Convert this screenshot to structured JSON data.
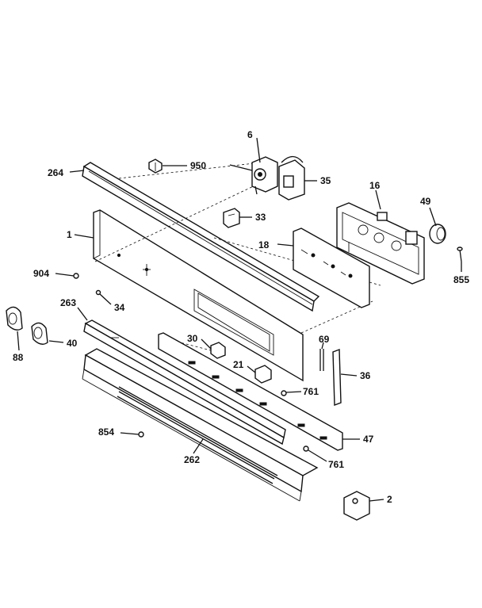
{
  "labels": {
    "l6": "6",
    "l950": "950",
    "l264": "264",
    "l35": "35",
    "l16": "16",
    "l33": "33",
    "l49": "49",
    "l1": "1",
    "l18": "18",
    "l904": "904",
    "l855": "855",
    "l34": "34",
    "l263": "263",
    "l88": "88",
    "l40": "40",
    "l30": "30",
    "l69": "69",
    "l21": "21",
    "l36": "36",
    "l761a": "761",
    "l854": "854",
    "l47": "47",
    "l262": "262",
    "l761b": "761",
    "l2": "2"
  }
}
